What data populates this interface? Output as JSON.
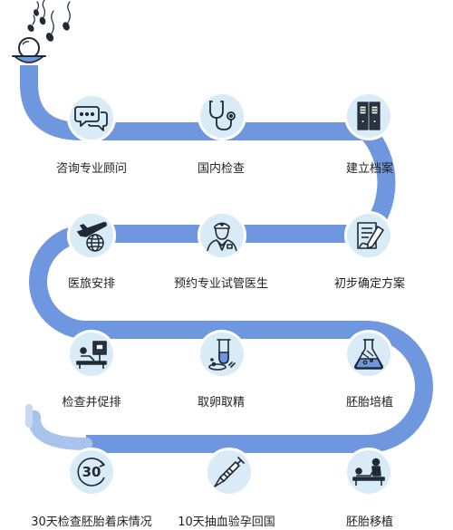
{
  "theme": {
    "track": "#6f97df",
    "circle_fill": "#d8ebf7",
    "icon": "#1f2a36"
  },
  "steps": [
    {
      "label": "咨询专业顾问",
      "icon": "chat-bubbles-icon"
    },
    {
      "label": "国内检查",
      "icon": "stethoscope-icon"
    },
    {
      "label": "建立档案",
      "icon": "binders-icon"
    },
    {
      "label": "初步确定方案",
      "icon": "document-pen-icon"
    },
    {
      "label": "预约专业试管医生",
      "icon": "doctor-icon"
    },
    {
      "label": "医旅安排",
      "icon": "airplane-globe-icon"
    },
    {
      "label": "检查并促排",
      "icon": "examination-bed-icon"
    },
    {
      "label": "取卵取精",
      "icon": "test-tube-icon"
    },
    {
      "label": "胚胎培植",
      "icon": "flask-icon"
    },
    {
      "label": "胚胎移植",
      "icon": "transfer-bed-icon"
    },
    {
      "label": "10天抽血验孕回国",
      "icon": "syringe-icon"
    },
    {
      "label": "30天检查胚胎着床情况",
      "icon": "calendar-30-icon"
    }
  ],
  "calendar_number": "30"
}
